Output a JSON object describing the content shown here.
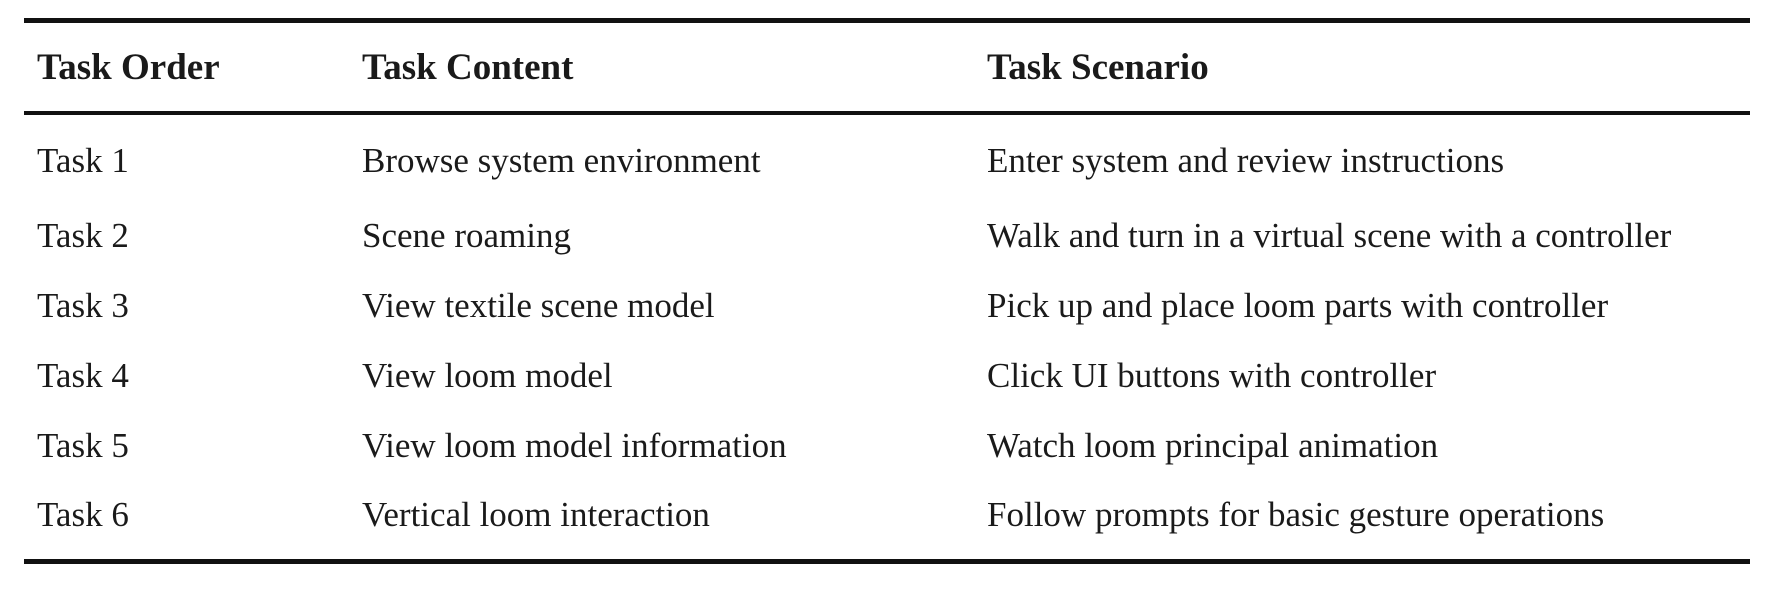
{
  "table": {
    "headers": [
      "Task Order",
      "Task Content",
      "Task Scenario"
    ],
    "rows": [
      [
        "Task 1",
        "Browse system environment",
        "Enter system and review instructions"
      ],
      [
        "Task 2",
        "Scene roaming",
        "Walk and turn in a virtual scene with a controller"
      ],
      [
        "Task 3",
        "View textile scene model",
        "Pick up and place loom parts with controller"
      ],
      [
        "Task 4",
        "View loom model",
        "Click UI buttons with controller"
      ],
      [
        "Task 5",
        "View loom model information",
        "Watch loom principal animation"
      ],
      [
        "Task 6",
        "Vertical loom interaction",
        "Follow prompts for basic gesture operations"
      ]
    ]
  }
}
